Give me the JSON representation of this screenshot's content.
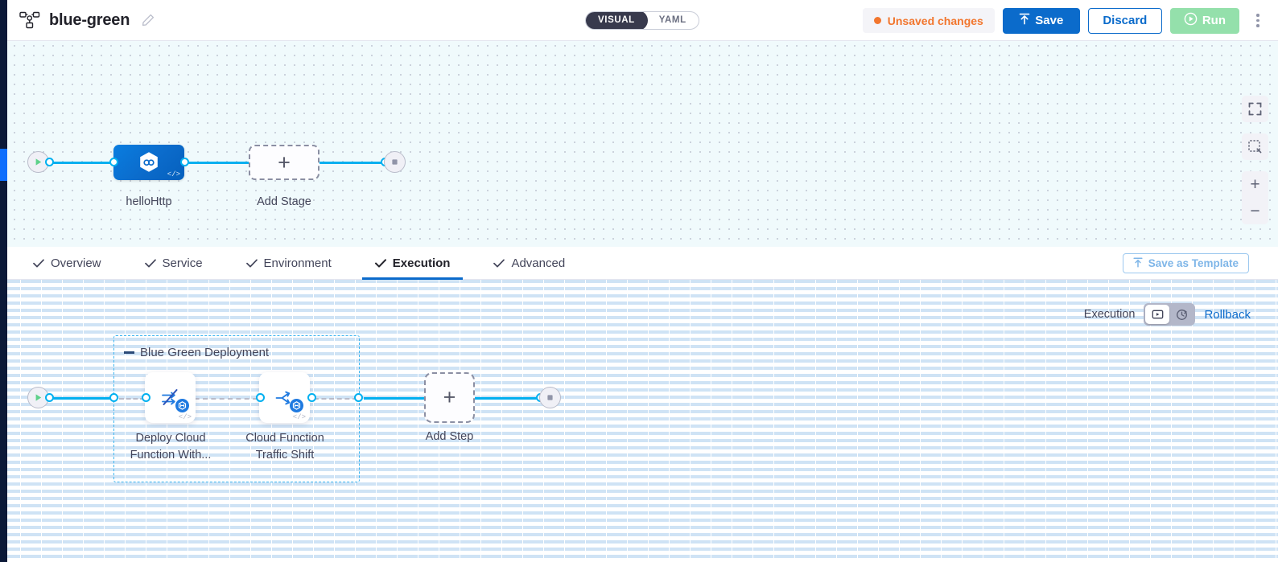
{
  "header": {
    "pipeline_icon": "pipeline-graph-icon",
    "title": "blue-green",
    "edit_icon": "pencil-icon",
    "view_toggle": {
      "options": [
        "VISUAL",
        "YAML"
      ],
      "selected": "VISUAL"
    },
    "unsaved_label": "Unsaved changes",
    "save_label": "Save",
    "save_icon": "upload-arrow-icon",
    "discard_label": "Discard",
    "run_label": "Run",
    "run_icon": "play-circle-icon",
    "more_icon": "kebab-menu-icon",
    "accent_blue": "#0b6bcb",
    "run_green": "#94e0ab",
    "warning_orange": "#f2762e"
  },
  "stage_canvas": {
    "start_node": {
      "name": "start-node",
      "icon": "play-triangle-icon"
    },
    "end_node": {
      "name": "end-node",
      "icon": "stop-square-icon"
    },
    "stages": [
      {
        "label": "helloHttp",
        "icon": "hexagon-link-icon",
        "code_tag": "</>"
      }
    ],
    "add_stage_label": "Add Stage",
    "add_icon": "plus-icon",
    "controls": [
      {
        "name": "fullscreen-button",
        "icon": "expand-icon"
      },
      {
        "name": "fit-to-screen-button",
        "icon": "dashed-square-icon"
      },
      {
        "name": "zoom-in-button",
        "icon": "plus-icon",
        "glyph": "+"
      },
      {
        "name": "zoom-out-button",
        "icon": "minus-icon",
        "glyph": "−"
      }
    ]
  },
  "tabs": {
    "items": [
      {
        "label": "Overview",
        "checked": true,
        "active": false
      },
      {
        "label": "Service",
        "checked": true,
        "active": false
      },
      {
        "label": "Environment",
        "checked": true,
        "active": false
      },
      {
        "label": "Execution",
        "checked": true,
        "active": true
      },
      {
        "label": "Advanced",
        "checked": true,
        "active": false
      }
    ],
    "save_template_label": "Save as Template",
    "save_template_icon": "upload-arrow-icon"
  },
  "execution_bar": {
    "label": "Execution",
    "toggle": [
      {
        "name": "execution-view-toggle",
        "icon": "execution-box-icon",
        "selected": true
      },
      {
        "name": "rollback-view-toggle",
        "icon": "rollback-arrow-icon",
        "selected": false
      }
    ],
    "rollback_label": "Rollback"
  },
  "step_canvas": {
    "start_node": {
      "name": "start-node",
      "icon": "play-triangle-icon"
    },
    "end_node": {
      "name": "end-node",
      "icon": "stop-square-icon"
    },
    "group": {
      "title": "Blue Green Deployment",
      "steps": [
        {
          "label_line1": "Deploy Cloud",
          "label_line2": "Function With...",
          "icon": "deploy-slash-arrows-icon",
          "badge": "hexagon-badge",
          "code_tag": "</>"
        },
        {
          "label_line1": "Cloud Function",
          "label_line2": "Traffic Shift",
          "icon": "traffic-split-icon",
          "badge": "hexagon-badge",
          "code_tag": "</>"
        }
      ]
    },
    "add_step_label": "Add Step",
    "add_icon": "plus-icon"
  }
}
